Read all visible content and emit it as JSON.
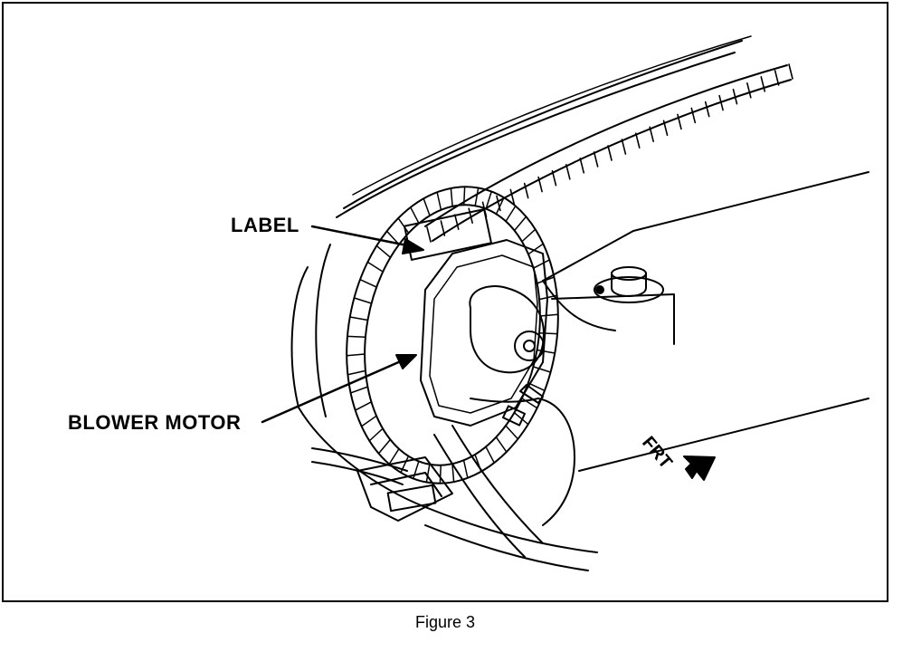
{
  "figure": {
    "caption": "Figure 3",
    "callouts": {
      "label": "LABEL",
      "blower_motor": "BLOWER MOTOR"
    },
    "direction_marker": "FRT"
  },
  "colors": {
    "ink": "#000000",
    "paper": "#ffffff"
  }
}
